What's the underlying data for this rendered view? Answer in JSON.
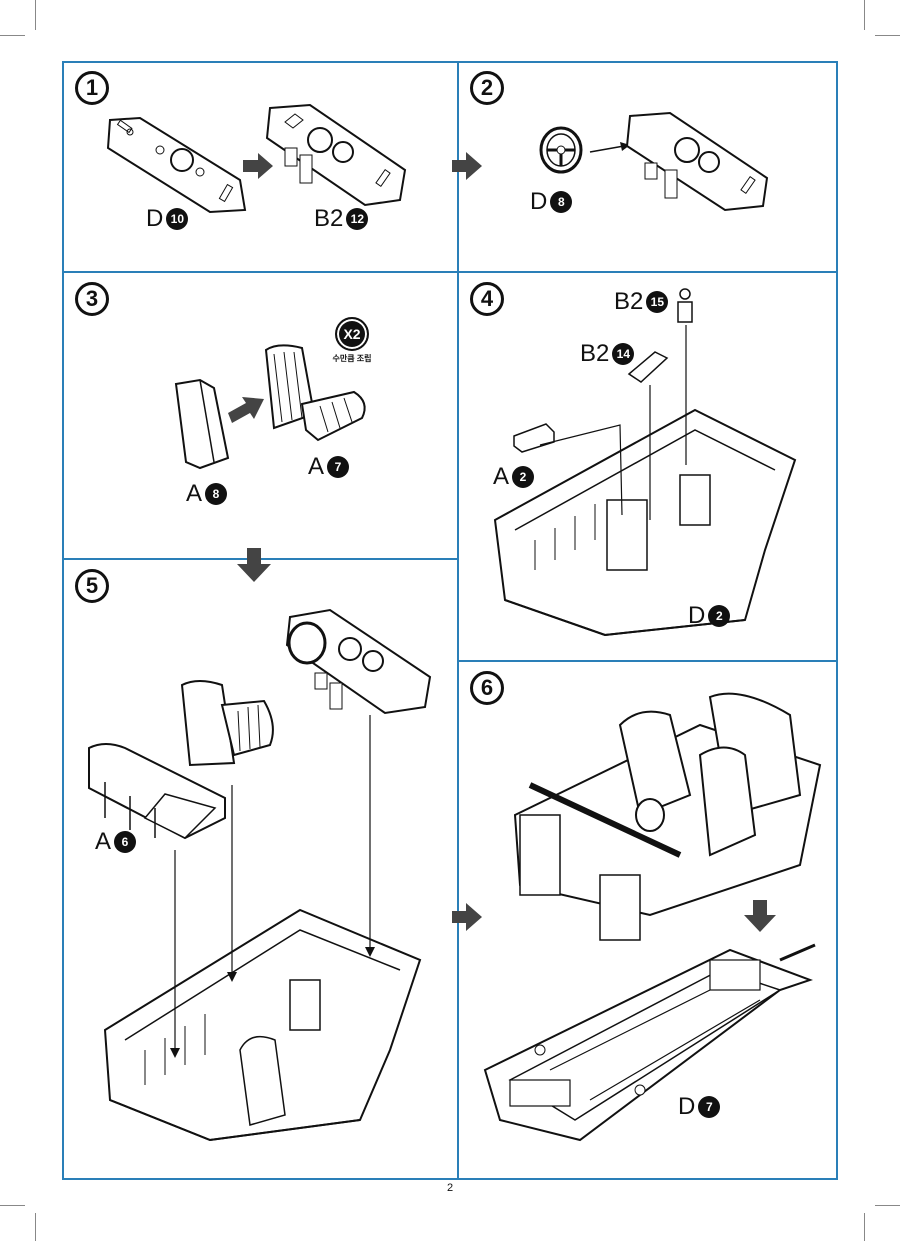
{
  "page_number": "2",
  "accent_color": "#2a7fb8",
  "steps": [
    {
      "number": "1",
      "labels": [
        {
          "prefix": "D",
          "part": "10"
        },
        {
          "prefix": "B2",
          "part": "12"
        }
      ]
    },
    {
      "number": "2",
      "labels": [
        {
          "prefix": "D",
          "part": "8"
        }
      ]
    },
    {
      "number": "3",
      "labels": [
        {
          "prefix": "A",
          "part": "8"
        },
        {
          "prefix": "A",
          "part": "7"
        }
      ],
      "note": {
        "count": "X2",
        "text": "수만큼 조립"
      }
    },
    {
      "number": "4",
      "labels": [
        {
          "prefix": "B2",
          "part": "15"
        },
        {
          "prefix": "B2",
          "part": "14"
        },
        {
          "prefix": "A",
          "part": "2"
        },
        {
          "prefix": "D",
          "part": "2"
        }
      ]
    },
    {
      "number": "5",
      "labels": [
        {
          "prefix": "A",
          "part": "6"
        }
      ]
    },
    {
      "number": "6",
      "labels": [
        {
          "prefix": "D",
          "part": "7"
        }
      ]
    }
  ]
}
